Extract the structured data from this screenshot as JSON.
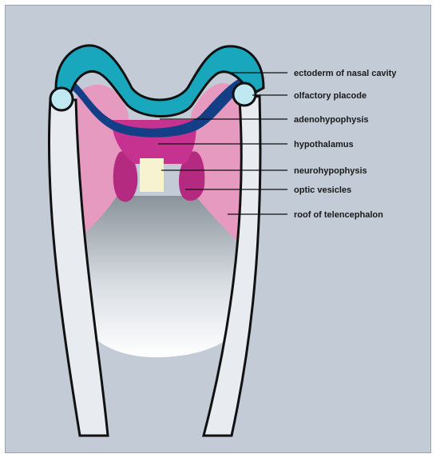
{
  "labels": {
    "ectoderm": "ectoderm of nasal cavity",
    "placode": "olfactory placode",
    "adeno": "adenohypophysis",
    "hypothalamus": "hypothalamus",
    "neuro": "neurohypophysis",
    "optic": "optic vesicles",
    "roof": "roof of telencephalon"
  },
  "colors": {
    "background": "#c3ccd6",
    "ectoderm": "#19a7bd",
    "adenohypophysis": "#143f86",
    "hypothalamus": "#c5328f",
    "optic_vesicles": "#b42a80",
    "neurohypophysis": "#f7f2cf",
    "telencephalon_wall": "#e79abf",
    "placode": "#bfe8f1",
    "outline": "#111111",
    "walls": "#e8ecf1"
  }
}
